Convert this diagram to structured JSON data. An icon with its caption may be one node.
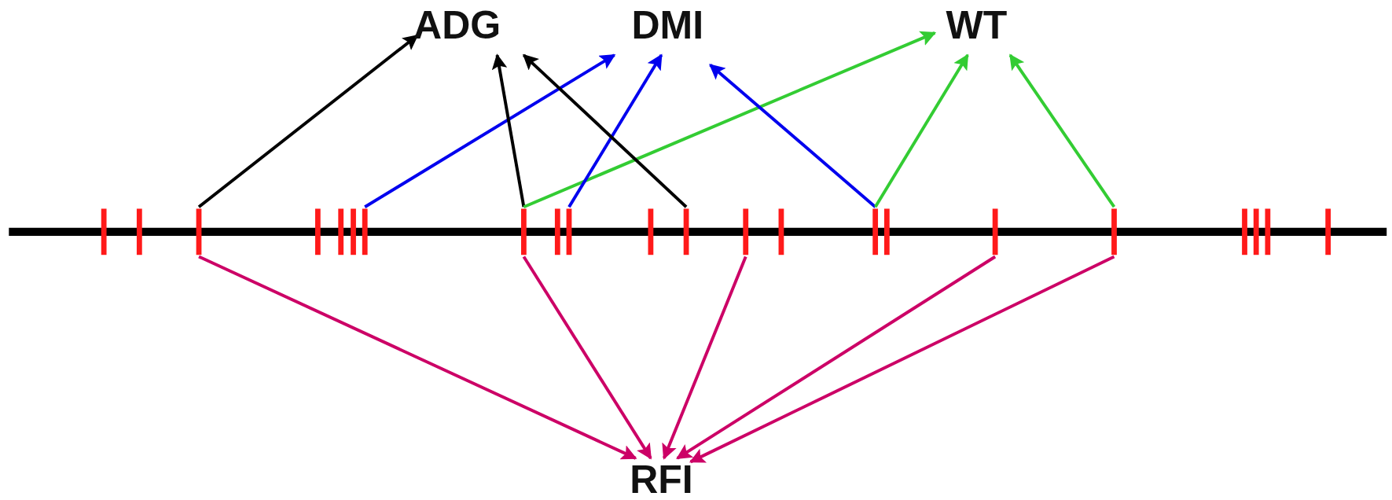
{
  "diagram": {
    "nodes": [
      {
        "text": [
          "ADG"
        ]
      },
      {
        "text": [
          "DMI"
        ]
      },
      {
        "text": [
          "WT"
        ]
      },
      {
        "text": [
          "RFI"
        ]
      },
      {
        "text": [],
        "shape": "bar"
      },
      {
        "text": [],
        "shape": "bar"
      },
      {
        "text": [],
        "shape": "bar"
      },
      {
        "text": [],
        "shape": "bar"
      },
      {
        "text": [],
        "shape": "bar"
      },
      {
        "text": [],
        "shape": "bar"
      },
      {
        "text": [],
        "shape": "bar"
      },
      {
        "text": [],
        "shape": "bar"
      },
      {
        "text": [],
        "shape": "bar"
      },
      {
        "text": [],
        "shape": "bar"
      },
      {
        "text": [],
        "shape": "bar"
      },
      {
        "text": [],
        "shape": "bar"
      },
      {
        "text": [],
        "shape": "bar"
      },
      {
        "text": [],
        "shape": "bar"
      },
      {
        "text": [],
        "shape": "bar"
      },
      {
        "text": [],
        "shape": "bar"
      },
      {
        "text": [],
        "shape": "bar"
      },
      {
        "text": [],
        "shape": "bar"
      },
      {
        "text": [],
        "shape": "bar"
      },
      {
        "text": [],
        "shape": "bar"
      },
      {
        "text": [],
        "shape": "bar"
      },
      {
        "text": [],
        "shape": "bar"
      }
    ],
    "edges": [
      {
        "from": 6,
        "to": 0,
        "arrow": "to",
        "color": "#000000"
      },
      {
        "from": 10,
        "to": 1,
        "arrow": "to",
        "color": "#0000ee"
      },
      {
        "from": 11,
        "to": 0,
        "arrow": "to",
        "color": "#000000"
      },
      {
        "from": 11,
        "to": 2,
        "arrow": "to",
        "color": "#33cc33"
      },
      {
        "from": 13,
        "to": 1,
        "arrow": "to",
        "color": "#0000ee"
      },
      {
        "from": 15,
        "to": 0,
        "arrow": "to",
        "color": "#000000"
      },
      {
        "from": 18,
        "to": 1,
        "arrow": "to",
        "color": "#0000ee"
      },
      {
        "from": 18,
        "to": 2,
        "arrow": "to",
        "color": "#33cc33"
      },
      {
        "from": 21,
        "to": 2,
        "arrow": "to",
        "color": "#33cc33"
      },
      {
        "from": 6,
        "to": 3,
        "arrow": "to"
      },
      {
        "from": 11,
        "to": 3,
        "arrow": "to"
      },
      {
        "from": 16,
        "to": 3,
        "arrow": "to"
      },
      {
        "from": 20,
        "to": 3,
        "arrow": "to"
      },
      {
        "from": 21,
        "to": 3,
        "arrow": "to"
      }
    ]
  }
}
